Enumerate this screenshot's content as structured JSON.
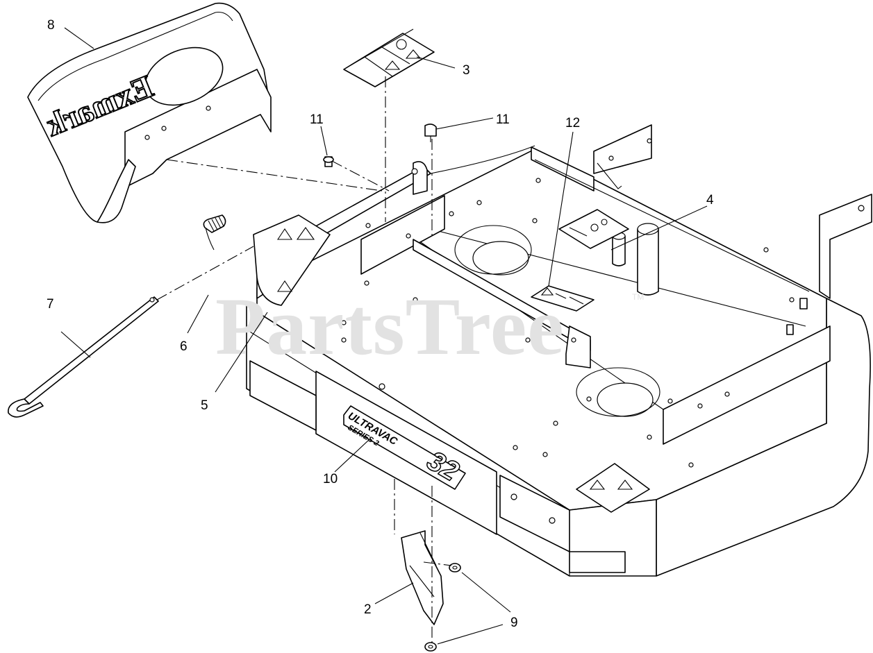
{
  "watermark": {
    "text": "PartsTree",
    "trademark": "TM"
  },
  "deck_badge": {
    "line1": "ULTRAVAC",
    "line2": "SERIES 2",
    "number": "32"
  },
  "hood_logo": "Exmark",
  "callouts": [
    {
      "id": "8",
      "label": "8"
    },
    {
      "id": "3",
      "label": "3"
    },
    {
      "id": "11a",
      "label": "11"
    },
    {
      "id": "11b",
      "label": "11"
    },
    {
      "id": "12",
      "label": "12"
    },
    {
      "id": "4",
      "label": "4"
    },
    {
      "id": "7",
      "label": "7"
    },
    {
      "id": "6",
      "label": "6"
    },
    {
      "id": "5",
      "label": "5"
    },
    {
      "id": "10",
      "label": "10"
    },
    {
      "id": "2",
      "label": "2"
    },
    {
      "id": "9",
      "label": "9"
    }
  ]
}
